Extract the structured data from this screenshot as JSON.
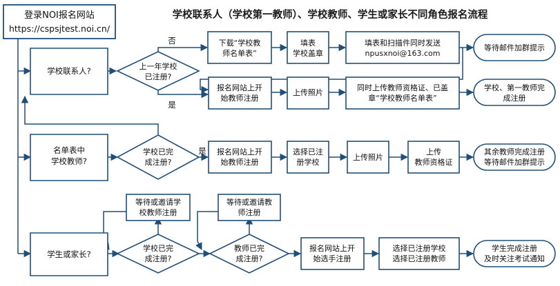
{
  "title": "学校联系人（学校第一教师）、学校教师、学生或家长不同角色报名流程",
  "start": {
    "line1": "登录NOI报名网站",
    "line2": "https://cspsjtest.noi.cn/"
  },
  "roles": {
    "contact": [
      "学校联系人?"
    ],
    "teacher": [
      "名单表中",
      "学校教师?"
    ],
    "student": [
      "学生或家长?"
    ]
  },
  "decisions": {
    "prev_year": [
      "上一年学校",
      "已注册?"
    ],
    "school_done_teacher": [
      "学校已完",
      "成注册?"
    ],
    "school_done_student": [
      "学校已完",
      "成注册?"
    ],
    "teacher_done": [
      "教师已完",
      "成注册?"
    ]
  },
  "edge_labels": {
    "no": "否",
    "yes": "是"
  },
  "steps": {
    "download": [
      "下载“学校教",
      "师名单表”"
    ],
    "fill_stamp": [
      "填表",
      "学校盖章"
    ],
    "send": [
      "填表和扫描件同时发送",
      "npusxnoi@163.com"
    ],
    "register_teacher_1": [
      "报名网站上开",
      "始教师注册"
    ],
    "upload_photo_1": [
      "上传照片"
    ],
    "upload_docs": [
      "同时上传教师资格证、已盖",
      "章“学校教师名单表”"
    ],
    "register_teacher_2": [
      "报名网站上开",
      "始教师注册"
    ],
    "select_school": [
      "选择已注",
      "册学校"
    ],
    "upload_photo_2": [
      "上传照片"
    ],
    "upload_cert": [
      "上传",
      "教师资格证"
    ],
    "register_student": [
      "报名网站上开",
      "始选手注册"
    ],
    "select_school_teacher": [
      "选择已注册学校",
      "选择已注册教师"
    ],
    "wait_invite_school": [
      "等待或邀请学",
      "校教师注册"
    ],
    "wait_invite_teacher": [
      "等待或邀请教",
      "师注册"
    ]
  },
  "ends": {
    "wait_email": [
      "等待邮件加群提示"
    ],
    "school_done": [
      "学校、第一教师完",
      "成注册"
    ],
    "others_done": [
      "其余教师完成注册",
      "等待邮件加群提示"
    ],
    "student_done": [
      "学生完成注册",
      "及时关注考试通知"
    ]
  },
  "colors": {
    "line": "#1f4e79",
    "fill": "#ffffff",
    "text": "#111111"
  }
}
